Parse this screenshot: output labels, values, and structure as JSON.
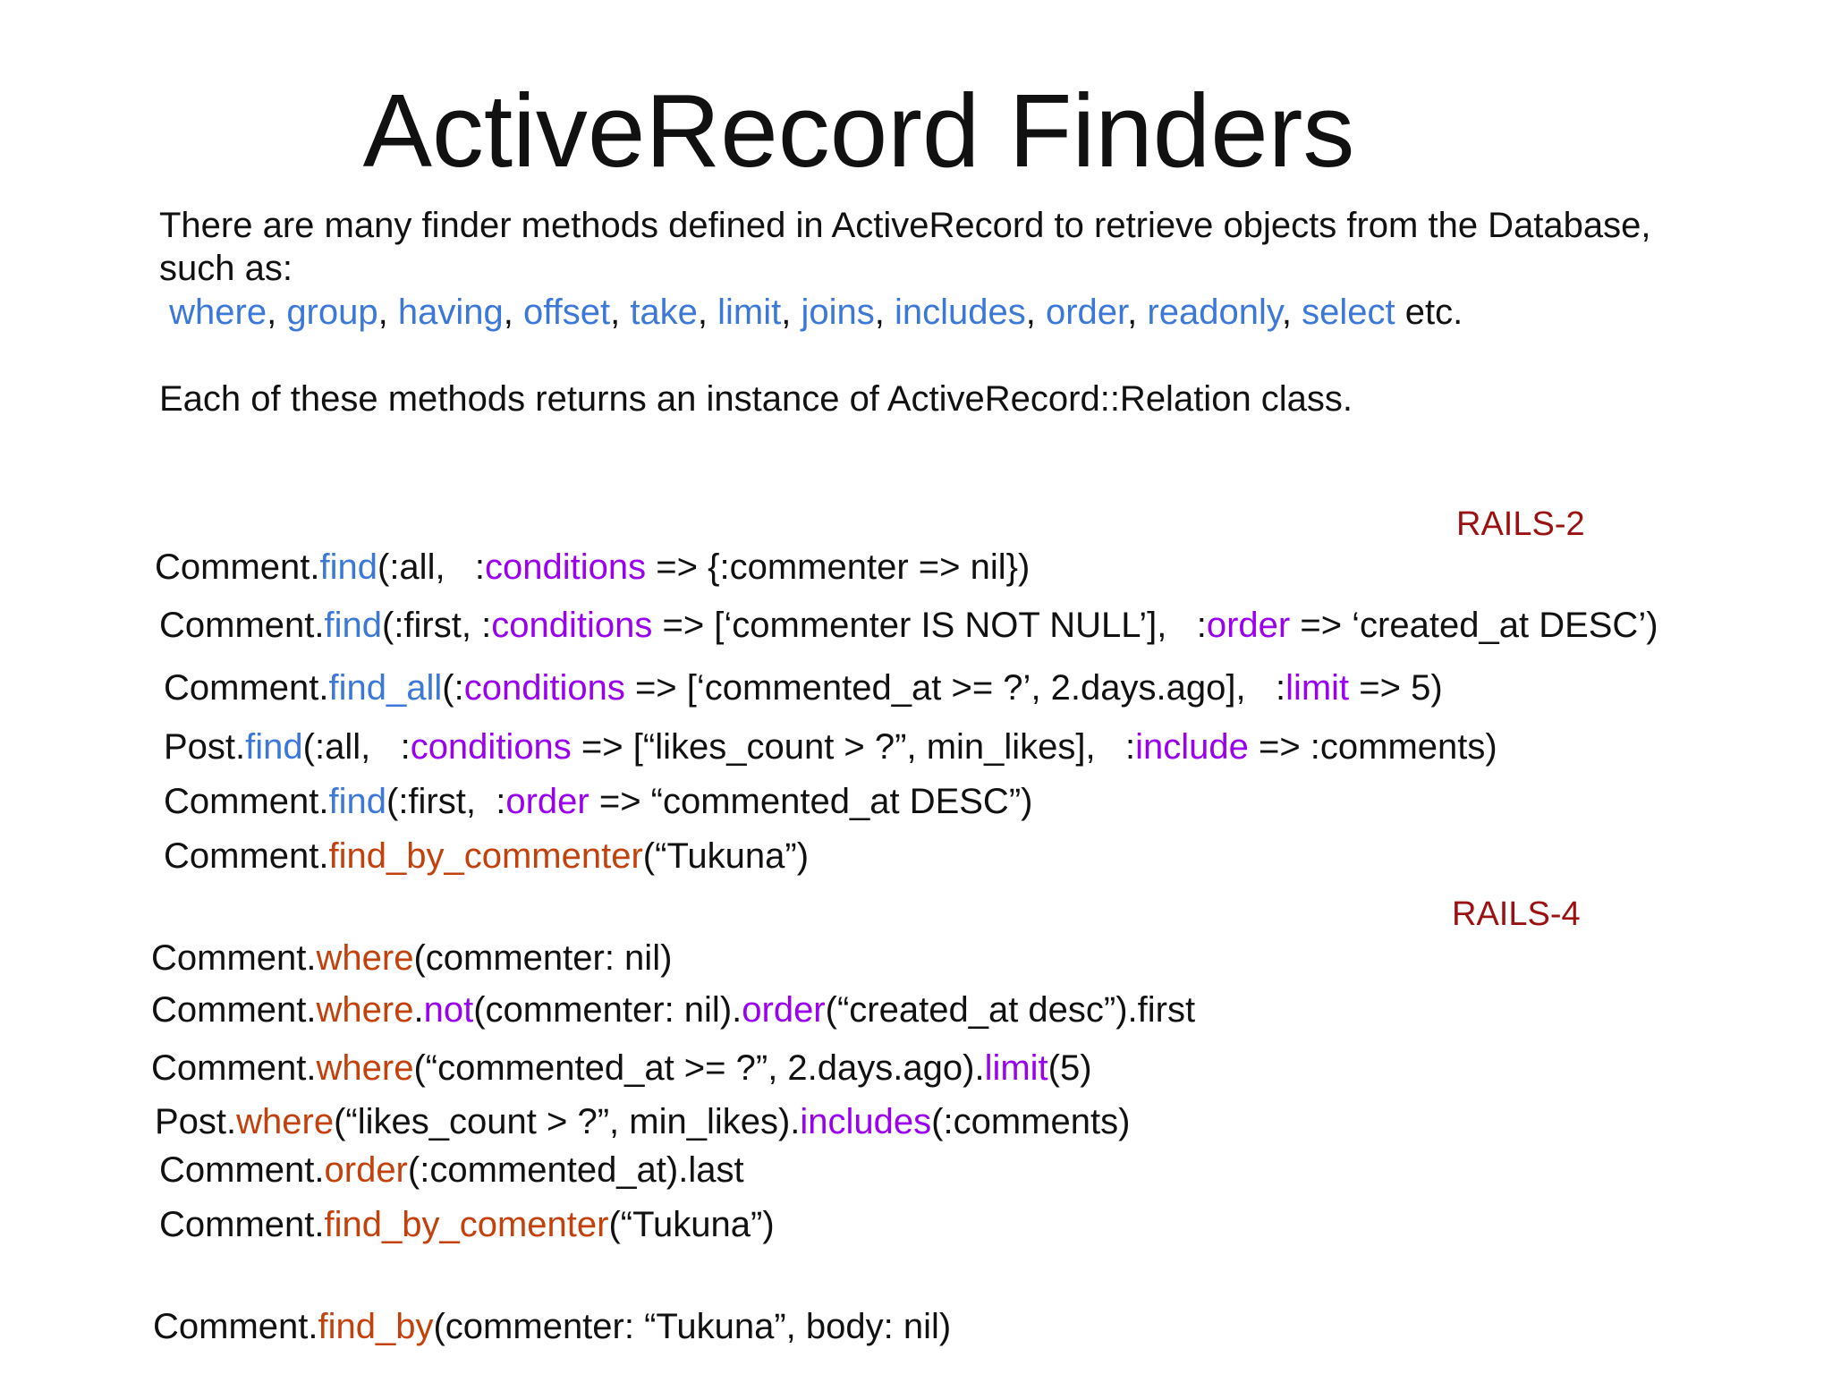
{
  "colors": {
    "text": "#111111",
    "blue": "#3b78d8",
    "purple": "#9900ee",
    "orange": "#c2410c",
    "darkred": "#9b1111"
  },
  "title": "ActiveRecord Finders",
  "intro": {
    "line1": "There are many finder methods defined in ActiveRecord to retrieve objects from the Database,",
    "line2": "such as:",
    "methods": [
      {
        "t": " ",
        "c": "text"
      },
      {
        "t": "where",
        "c": "blue"
      },
      {
        "t": ", ",
        "c": "text"
      },
      {
        "t": "group",
        "c": "blue"
      },
      {
        "t": ", ",
        "c": "text"
      },
      {
        "t": "having",
        "c": "blue"
      },
      {
        "t": ", ",
        "c": "text"
      },
      {
        "t": "offset",
        "c": "blue"
      },
      {
        "t": ", ",
        "c": "text"
      },
      {
        "t": "take",
        "c": "blue"
      },
      {
        "t": ", ",
        "c": "text"
      },
      {
        "t": "limit",
        "c": "blue"
      },
      {
        "t": ", ",
        "c": "text"
      },
      {
        "t": "joins",
        "c": "blue"
      },
      {
        "t": ", ",
        "c": "text"
      },
      {
        "t": "includes",
        "c": "blue"
      },
      {
        "t": ", ",
        "c": "text"
      },
      {
        "t": "order",
        "c": "blue"
      },
      {
        "t": ", ",
        "c": "text"
      },
      {
        "t": "readonly",
        "c": "blue"
      },
      {
        "t": ", ",
        "c": "text"
      },
      {
        "t": "select",
        "c": "blue"
      },
      {
        "t": " etc.",
        "c": "text"
      }
    ],
    "relation": "Each of these methods returns an instance of  ActiveRecord::Relation class."
  },
  "rails2": {
    "label": "RAILS-2",
    "lines": [
      [
        {
          "t": "Comment.",
          "c": "text"
        },
        {
          "t": "find",
          "c": "blue"
        },
        {
          "t": "(:all,   :",
          "c": "text"
        },
        {
          "t": "conditions",
          "c": "purple"
        },
        {
          "t": " => {:commenter => nil})",
          "c": "text"
        }
      ],
      [
        {
          "t": "Comment.",
          "c": "text"
        },
        {
          "t": "find",
          "c": "blue"
        },
        {
          "t": "(:first, :",
          "c": "text"
        },
        {
          "t": "conditions",
          "c": "purple"
        },
        {
          "t": " => [‘commenter IS NOT NULL’],   :",
          "c": "text"
        },
        {
          "t": "order",
          "c": "purple"
        },
        {
          "t": " => ‘created_at DESC’)",
          "c": "text"
        }
      ],
      [
        {
          "t": "Comment.",
          "c": "text"
        },
        {
          "t": "find_all",
          "c": "blue"
        },
        {
          "t": "(:",
          "c": "text"
        },
        {
          "t": "conditions",
          "c": "purple"
        },
        {
          "t": " => [‘commented_at >= ?’, 2.days.ago],   :",
          "c": "text"
        },
        {
          "t": "limit",
          "c": "purple"
        },
        {
          "t": " => 5)",
          "c": "text"
        }
      ],
      [
        {
          "t": "Post.",
          "c": "text"
        },
        {
          "t": "find",
          "c": "blue"
        },
        {
          "t": "(:all,   :",
          "c": "text"
        },
        {
          "t": "conditions",
          "c": "purple"
        },
        {
          "t": " => [“likes_count > ?”, min_likes],   :",
          "c": "text"
        },
        {
          "t": "include",
          "c": "purple"
        },
        {
          "t": " => :comments)",
          "c": "text"
        }
      ],
      [
        {
          "t": "Comment.",
          "c": "text"
        },
        {
          "t": "find",
          "c": "blue"
        },
        {
          "t": "(:first,  :",
          "c": "text"
        },
        {
          "t": "order",
          "c": "purple"
        },
        {
          "t": " => “commented_at DESC”)",
          "c": "text"
        }
      ],
      [
        {
          "t": "Comment.",
          "c": "text"
        },
        {
          "t": "find_by_commenter",
          "c": "orange"
        },
        {
          "t": "(“Tukuna”)",
          "c": "text"
        }
      ]
    ]
  },
  "rails4": {
    "label": "RAILS-4",
    "lines": [
      [
        {
          "t": "Comment.",
          "c": "text"
        },
        {
          "t": "where",
          "c": "orange"
        },
        {
          "t": "(commenter: nil)",
          "c": "text"
        }
      ],
      [
        {
          "t": "Comment.",
          "c": "text"
        },
        {
          "t": "where",
          "c": "orange"
        },
        {
          "t": ".",
          "c": "text"
        },
        {
          "t": "not",
          "c": "purple"
        },
        {
          "t": "(commenter: nil).",
          "c": "text"
        },
        {
          "t": "order",
          "c": "purple"
        },
        {
          "t": "(“created_at desc”).first",
          "c": "text"
        }
      ],
      [
        {
          "t": "Comment.",
          "c": "text"
        },
        {
          "t": "where",
          "c": "orange"
        },
        {
          "t": "(“commented_at >= ?”, 2.days.ago).",
          "c": "text"
        },
        {
          "t": "limit",
          "c": "purple"
        },
        {
          "t": "(5)",
          "c": "text"
        }
      ],
      [
        {
          "t": "Post.",
          "c": "text"
        },
        {
          "t": "where",
          "c": "orange"
        },
        {
          "t": "(“likes_count > ?”, min_likes).",
          "c": "text"
        },
        {
          "t": "includes",
          "c": "purple"
        },
        {
          "t": "(:comments)",
          "c": "text"
        }
      ],
      [
        {
          "t": "Comment.",
          "c": "text"
        },
        {
          "t": "order",
          "c": "orange"
        },
        {
          "t": "(:commented_at).last",
          "c": "text"
        }
      ],
      [
        {
          "t": "Comment.",
          "c": "text"
        },
        {
          "t": "find_by_comenter",
          "c": "orange"
        },
        {
          "t": "(“Tukuna”)",
          "c": "text"
        }
      ],
      [
        {
          "t": "Comment.",
          "c": "text"
        },
        {
          "t": "find_by",
          "c": "orange"
        },
        {
          "t": "(commenter: “Tukuna”, body: nil)",
          "c": "text"
        }
      ]
    ]
  }
}
